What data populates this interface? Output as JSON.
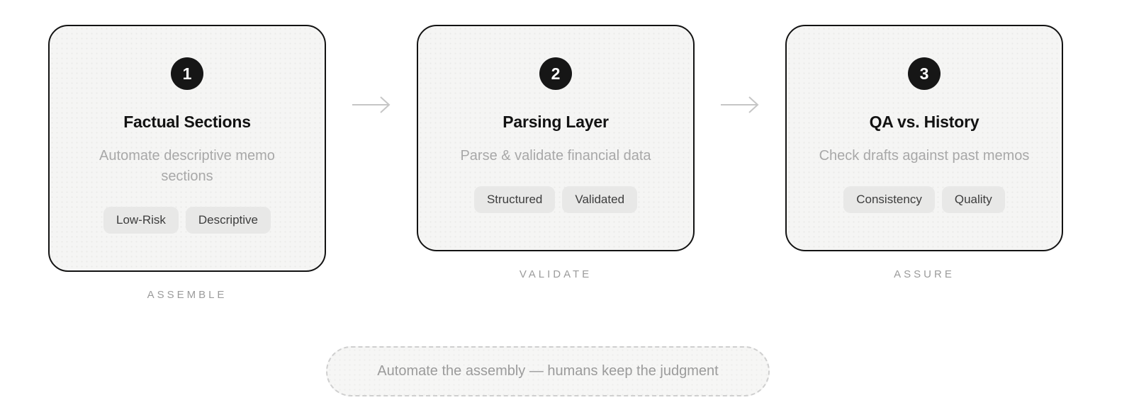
{
  "steps": [
    {
      "number": "1",
      "title": "Factual Sections",
      "description": "Automate descriptive memo sections",
      "tags": [
        "Low-Risk",
        "Descriptive"
      ],
      "stage_label": "ASSEMBLE"
    },
    {
      "number": "2",
      "title": "Parsing Layer",
      "description": "Parse & validate financial data",
      "tags": [
        "Structured",
        "Validated"
      ],
      "stage_label": "VALIDATE"
    },
    {
      "number": "3",
      "title": "QA vs. History",
      "description": "Check drafts against past memos",
      "tags": [
        "Consistency",
        "Quality"
      ],
      "stage_label": "ASSURE"
    }
  ],
  "footer": {
    "message": "Automate the assembly — humans keep the judgment"
  },
  "colors": {
    "card_background": "#f5f5f4",
    "card_border": "#131313",
    "badge_background": "#161616",
    "badge_text": "#ffffff",
    "title_text": "#121212",
    "description_text": "#a8a8a8",
    "tag_background": "#e8e8e7",
    "tag_text": "#3d3d3d",
    "stage_label_text": "#9b9b9b",
    "arrow": "#c6c6c6",
    "pill_border": "#cfcfcf",
    "pill_background": "#f6f6f5",
    "pill_text": "#9b9b9b"
  }
}
